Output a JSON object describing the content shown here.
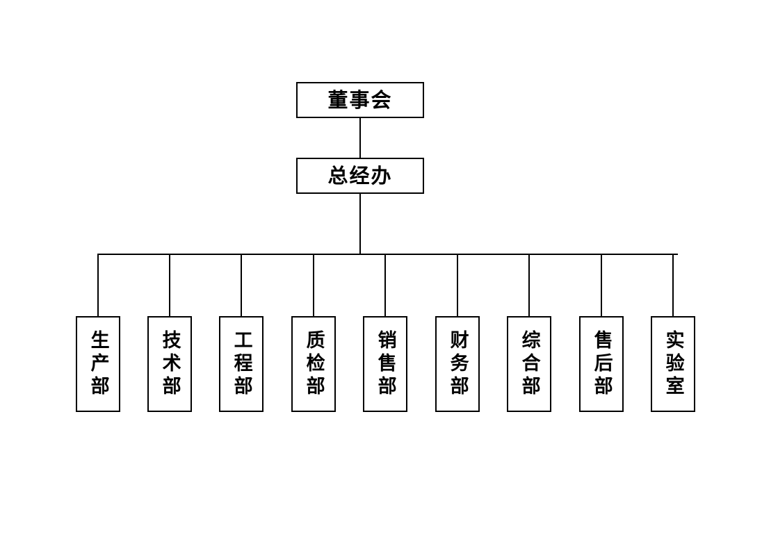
{
  "chart": {
    "title_text": "",
    "background_color": "#ffffff",
    "line_color": "#000000",
    "box_border_color": "#000000",
    "box_fill_color": "#ffffff",
    "text_color": "#000000"
  },
  "nodes": {
    "board": {
      "label": "董事会"
    },
    "gm_office": {
      "label": "总经办"
    }
  },
  "departments": [
    {
      "label": "生产部"
    },
    {
      "label": "技术部"
    },
    {
      "label": "工程部"
    },
    {
      "label": "质检部"
    },
    {
      "label": "销售部"
    },
    {
      "label": "财务部"
    },
    {
      "label": "综合部"
    },
    {
      "label": "售后部"
    },
    {
      "label": "实验室"
    }
  ]
}
